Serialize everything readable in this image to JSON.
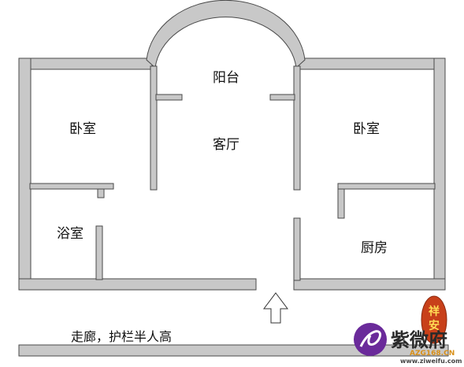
{
  "rooms": {
    "balcony": "阳台",
    "living_room": "客厅",
    "bedroom_left": "卧室",
    "bedroom_right": "卧室",
    "bathroom": "浴室",
    "kitchen": "厨房"
  },
  "corridor_caption": "走廊，护栏半人高",
  "watermark": {
    "brand": "紫微府",
    "url": "AZG168.CN",
    "subtext": "www.ziweifu.com",
    "seal": "祥安"
  },
  "colors": {
    "wall_fill": "#c8c8c8",
    "wall_stroke": "#4a4a4a",
    "background": "#ffffff",
    "brand_purple": "#6a2a9a",
    "seal_red": "#c8401a"
  }
}
